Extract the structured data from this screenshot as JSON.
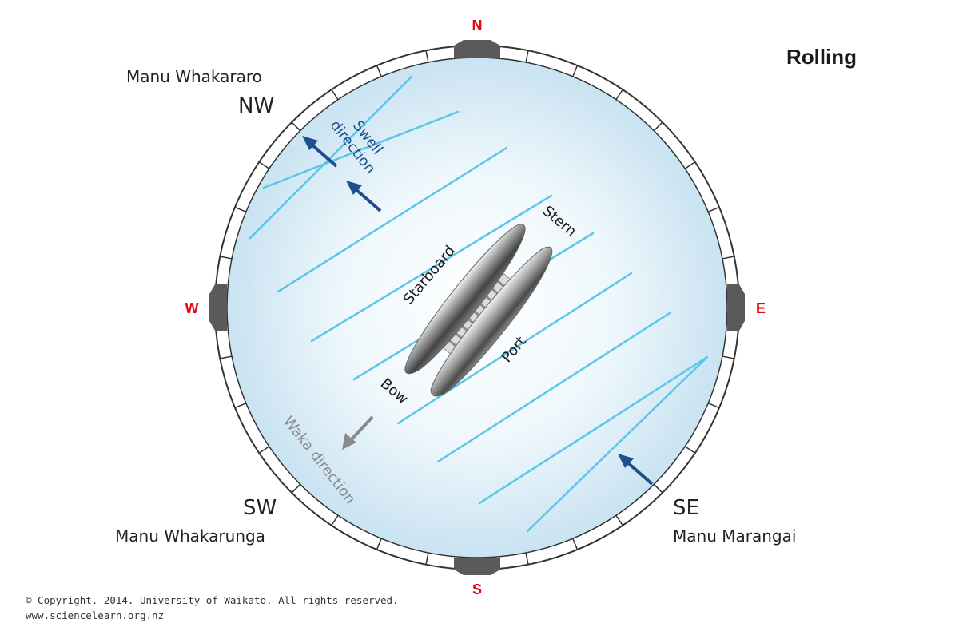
{
  "title": "Rolling",
  "compass": {
    "north": "N",
    "south": "S",
    "east": "E",
    "west": "W"
  },
  "winds": {
    "nw": {
      "code": "NW",
      "name": "Manu Whakararo"
    },
    "sw": {
      "code": "SW",
      "name": "Manu Whakarunga"
    },
    "se": {
      "code": "SE",
      "name": "Manu Marangai"
    }
  },
  "labels": {
    "swell_line1": "Swell",
    "swell_line2": "direction",
    "waka_direction": "Waka direction",
    "stern": "Stern",
    "starboard": "Starboard",
    "port": "Port",
    "bow": "Bow"
  },
  "credit": {
    "line1": "© Copyright. 2014. University of Waikato. All rights reserved.",
    "line2": "www.sciencelearn.org.nz"
  },
  "colors": {
    "compass_letters": "#e30613",
    "swell_lines": "#5bc6e8",
    "swell_arrows": "#1f4e8c",
    "waka_arrow": "#8a8a8a",
    "ring_fill": "#ffffff",
    "sea_center": "#ffffff",
    "sea_edge": "#cfe6f3"
  }
}
